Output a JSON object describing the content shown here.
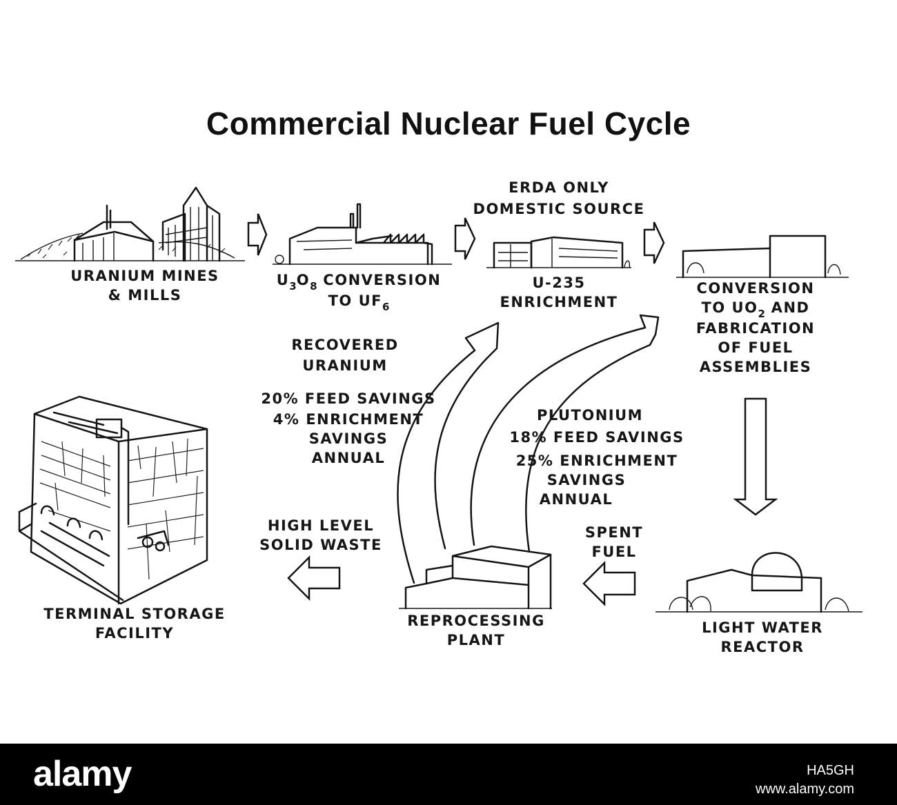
{
  "title": "Commercial Nuclear Fuel Cycle",
  "nodes": {
    "mines": {
      "line1": "URANIUM MINES",
      "line2": "& MILLS"
    },
    "conversion_uf6": {
      "l1_a": "U",
      "l1_b": "3",
      "l1_c": "O",
      "l1_d": "8",
      "l1_e": " CONVERSION",
      "l2_a": "TO UF",
      "l2_b": "6"
    },
    "enrichment": {
      "note1": "ERDA ONLY",
      "note2": "DOMESTIC SOURCE",
      "line1": "U-235",
      "line2": "ENRICHMENT"
    },
    "fabrication": {
      "l1": "CONVERSION",
      "l2_a": "TO UO",
      "l2_b": "2",
      "l2_c": " AND",
      "l3": "FABRICATION",
      "l4": "OF FUEL",
      "l5": "ASSEMBLIES"
    },
    "reactor": {
      "line1": "LIGHT WATER",
      "line2": "REACTOR"
    },
    "reprocessing": {
      "line1": "REPROCESSING",
      "line2": "PLANT"
    },
    "storage": {
      "line1": "TERMINAL STORAGE",
      "line2": "FACILITY"
    }
  },
  "flows": {
    "uranium": {
      "l1": "RECOVERED",
      "l2": "URANIUM",
      "l3": "20% FEED SAVINGS",
      "l4": "4% ENRICHMENT",
      "l5": "SAVINGS",
      "l6": "ANNUAL"
    },
    "plutonium": {
      "l1": "PLUTONIUM",
      "l2": "18% FEED SAVINGS",
      "l3": "25% ENRICHMENT",
      "l4": "SAVINGS",
      "l5": "ANNUAL"
    },
    "spent_fuel": {
      "l1": "SPENT",
      "l2": "FUEL"
    },
    "waste": {
      "l1": "HIGH LEVEL",
      "l2": "SOLID WASTE"
    }
  },
  "footer": {
    "brand": "alamy",
    "image_id": "HA5GH",
    "site": "www.alamy.com"
  }
}
